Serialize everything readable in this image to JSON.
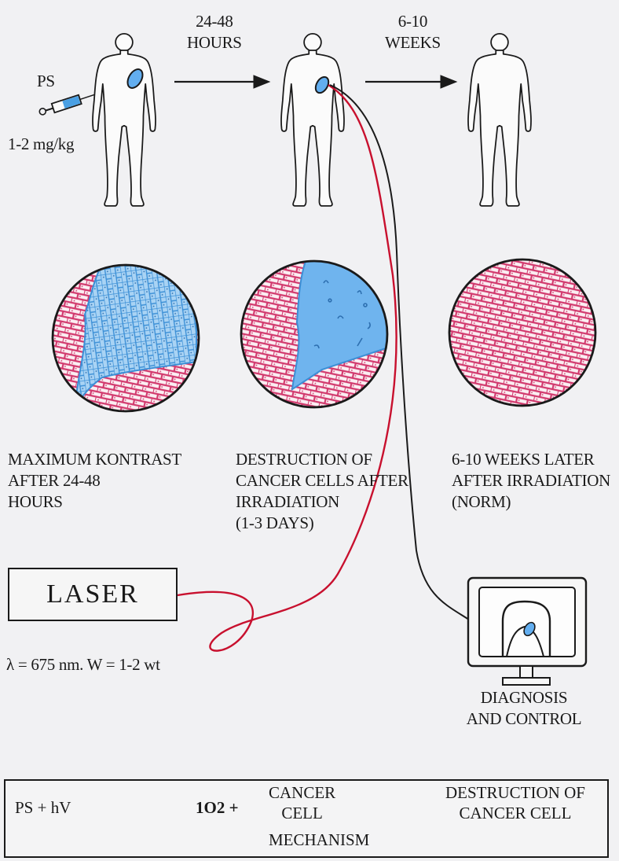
{
  "timeline": {
    "step1_line1": "24-48",
    "step1_line2": "HOURS",
    "step2_line1": "6-10",
    "step2_line2": "WEEKS"
  },
  "injection": {
    "drug_label": "PS",
    "dose_label": "1-2 mg/kg"
  },
  "captions": {
    "left": [
      "MAXIMUM KONTRAST",
      "AFTER 24-48",
      "HOURS"
    ],
    "middle": [
      "DESTRUCTION OF",
      "CANCER CELLS AFTER",
      "IRRADIATION",
      "(1-3 DAYS)"
    ],
    "right": [
      "6-10 WEEKS LATER",
      "AFTER IRRADIATION",
      "(NORM)"
    ]
  },
  "laser": {
    "label": "LASER",
    "params": "λ = 675 nm. W = 1-2 wt"
  },
  "monitor": {
    "caption_line1": "DIAGNOSIS",
    "caption_line2": "AND CONTROL"
  },
  "mechanism": {
    "reactant": "PS + hV",
    "product_singlet": "1O2 +",
    "target_line1": "CANCER",
    "target_line2": "CELL",
    "result_line1": "DESTRUCTION OF",
    "result_line2": "CANCER CELL",
    "title": "MECHANISM"
  },
  "colors": {
    "tissue_pink": "#d23a6e",
    "tumor_blue": "#4aa0e4",
    "fiber_red": "#c8102e",
    "outline": "#1a1a1a"
  }
}
